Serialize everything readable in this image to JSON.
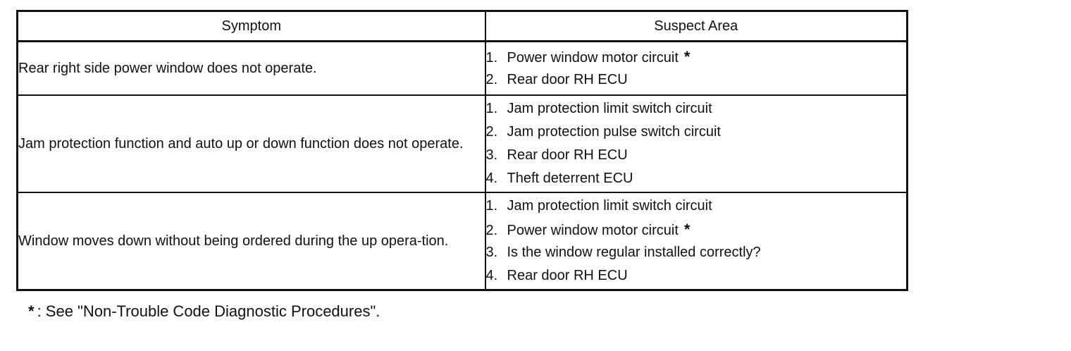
{
  "table": {
    "headers": [
      "Symptom",
      "Suspect Area"
    ],
    "rows": [
      {
        "symptom": "Rear right side power window does not operate.",
        "suspects": [
          {
            "num": "1.",
            "text": "Power window motor circuit",
            "mark": "*"
          },
          {
            "num": "2.",
            "text": "Rear door RH ECU",
            "mark": ""
          }
        ]
      },
      {
        "symptom": "Jam protection function and auto up or down function does not operate.",
        "suspects": [
          {
            "num": "1.",
            "text": "Jam protection limit switch circuit",
            "mark": ""
          },
          {
            "num": "2.",
            "text": "Jam protection pulse switch circuit",
            "mark": ""
          },
          {
            "num": "3.",
            "text": "Rear door RH ECU",
            "mark": ""
          },
          {
            "num": "4.",
            "text": "Theft deterrent ECU",
            "mark": ""
          }
        ]
      },
      {
        "symptom": "Window moves down without being ordered during the up opera-tion.",
        "suspects": [
          {
            "num": "1.",
            "text": "Jam protection limit switch circuit",
            "mark": ""
          },
          {
            "num": "2.",
            "text": "Power window motor circuit",
            "mark": "*"
          },
          {
            "num": "3.",
            "text": "Is the window regular installed correctly?",
            "mark": ""
          },
          {
            "num": "4.",
            "text": "Rear door RH ECU",
            "mark": ""
          }
        ]
      }
    ]
  },
  "footnote": {
    "mark": "*",
    "text": ": See \"Non-Trouble Code Diagnostic Procedures\"."
  }
}
